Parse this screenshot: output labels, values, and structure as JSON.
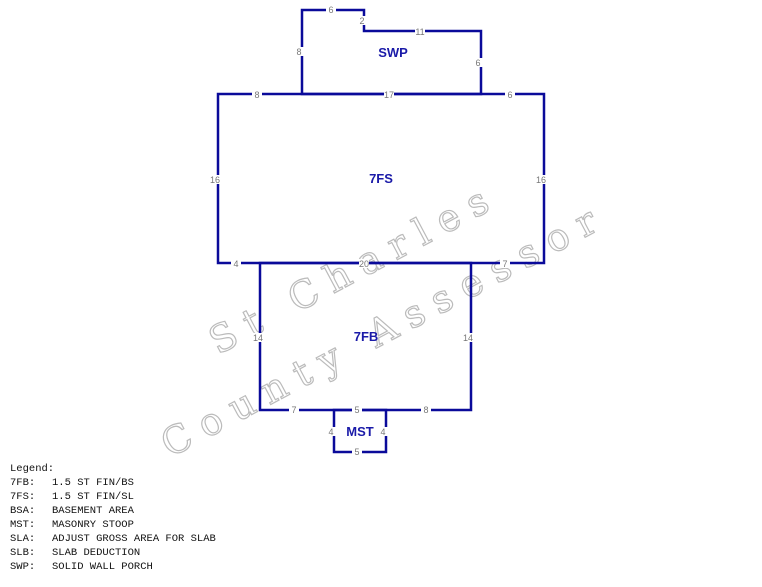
{
  "areas": [
    {
      "code": "SWP",
      "dims": [
        "6",
        "2",
        "11",
        "8",
        "6"
      ]
    },
    {
      "code": "7FS",
      "dims": [
        "8",
        "17",
        "6",
        "16",
        "16",
        "4",
        "20",
        "7"
      ]
    },
    {
      "code": "7FB",
      "dims": [
        "14",
        "14",
        "7",
        "5",
        "8"
      ]
    },
    {
      "code": "MST",
      "dims": [
        "4",
        "4",
        "5"
      ]
    }
  ],
  "watermark": {
    "line1": "St Charles",
    "line2": "County Assessor"
  },
  "legend": {
    "title": "Legend:",
    "items": [
      {
        "code": "7FB:",
        "desc": "1.5 ST FIN/BS"
      },
      {
        "code": "7FS:",
        "desc": "1.5 ST FIN/SL"
      },
      {
        "code": "BSA:",
        "desc": "BASEMENT AREA"
      },
      {
        "code": "MST:",
        "desc": "MASONRY STOOP"
      },
      {
        "code": "SLA:",
        "desc": "ADJUST GROSS AREA FOR SLAB"
      },
      {
        "code": "SLB:",
        "desc": "SLAB DEDUCTION"
      },
      {
        "code": "SWP:",
        "desc": "SOLID WALL PORCH"
      }
    ]
  },
  "colors": {
    "edge": "#0a0a9a",
    "label": "#1a1aa8"
  }
}
